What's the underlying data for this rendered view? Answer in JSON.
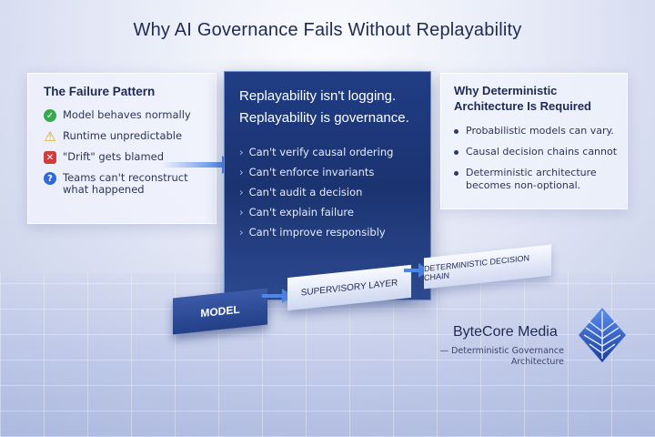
{
  "title": "Why AI Governance Fails Without Replayability",
  "failure_panel": {
    "heading": "The Failure Pattern",
    "items": [
      {
        "icon": "check-icon",
        "text": "Model behaves normally"
      },
      {
        "icon": "warning-icon",
        "text": "Runtime unpredictable"
      },
      {
        "icon": "cross-icon",
        "text": "\"Drift\" gets blamed"
      },
      {
        "icon": "question-icon",
        "text": "Teams can't reconstruct what happened"
      }
    ]
  },
  "center_panel": {
    "heading_line1": "Replayability isn't logging.",
    "heading_line2": "Replayability is governance.",
    "items": [
      "Can't verify causal ordering",
      "Can't enforce invariants",
      "Can't audit a decision",
      "Can't explain failure",
      "Can't improve responsibly"
    ]
  },
  "why_panel": {
    "heading_line1": "Why Deterministic",
    "heading_line2": "Architecture Is Required",
    "items": [
      "Probabilistic models can vary.",
      "Causal decision chains cannot",
      "Deterministic architecture becomes non-optional."
    ]
  },
  "flow": {
    "model": "MODEL",
    "supervisory": "SUPERVISORY LAYER",
    "deterministic": "DETERMINISTIC DECISION CHAIN"
  },
  "brand": {
    "name": "ByteCore Media",
    "tagline_line1": "— Deterministic Governance",
    "tagline_line2": "Architecture"
  },
  "colors": {
    "accent_dark": "#1f2a52",
    "panel_blue": "#203d85",
    "arrow_blue": "#4d86e6"
  }
}
